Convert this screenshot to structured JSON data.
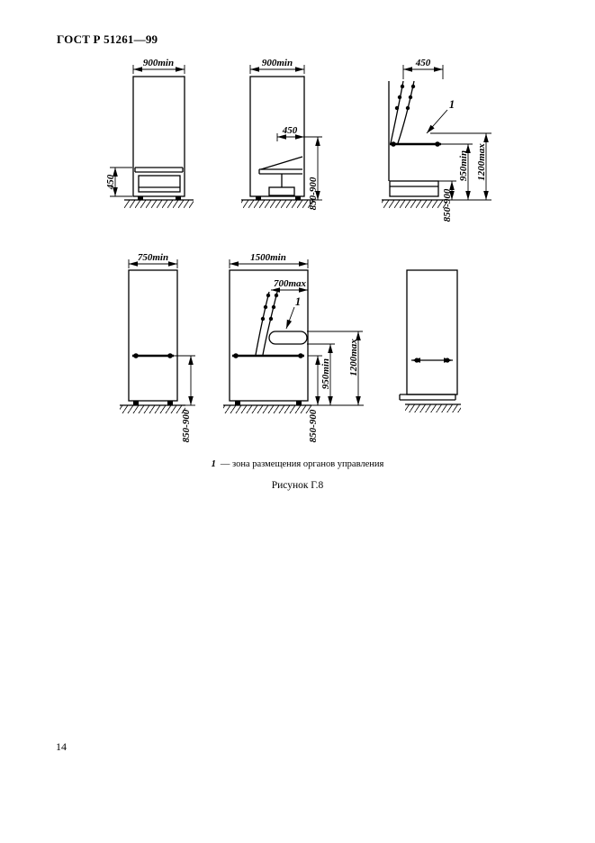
{
  "page": {
    "header": "ГОСТ Р 51261—99",
    "page_number": "14"
  },
  "figure": {
    "caption": "Рисунок Г.8",
    "legend_number": "1",
    "legend_text": "— зона размещения органов управления"
  },
  "diagrams": {
    "d1": {
      "width": "900min",
      "h450": "450"
    },
    "d2": {
      "width": "900min",
      "d450": "450",
      "h850": "850-900"
    },
    "d3": {
      "d450": "450",
      "ref": "1",
      "h850": "850-900",
      "h950": "950min",
      "h1200": "1200max"
    },
    "d4": {
      "width": "750min",
      "h850": "850-900"
    },
    "d5": {
      "width": "1500min",
      "d700": "700max",
      "ref": "1",
      "h850": "850-900",
      "h950": "950min",
      "h1200": "1200max"
    }
  }
}
